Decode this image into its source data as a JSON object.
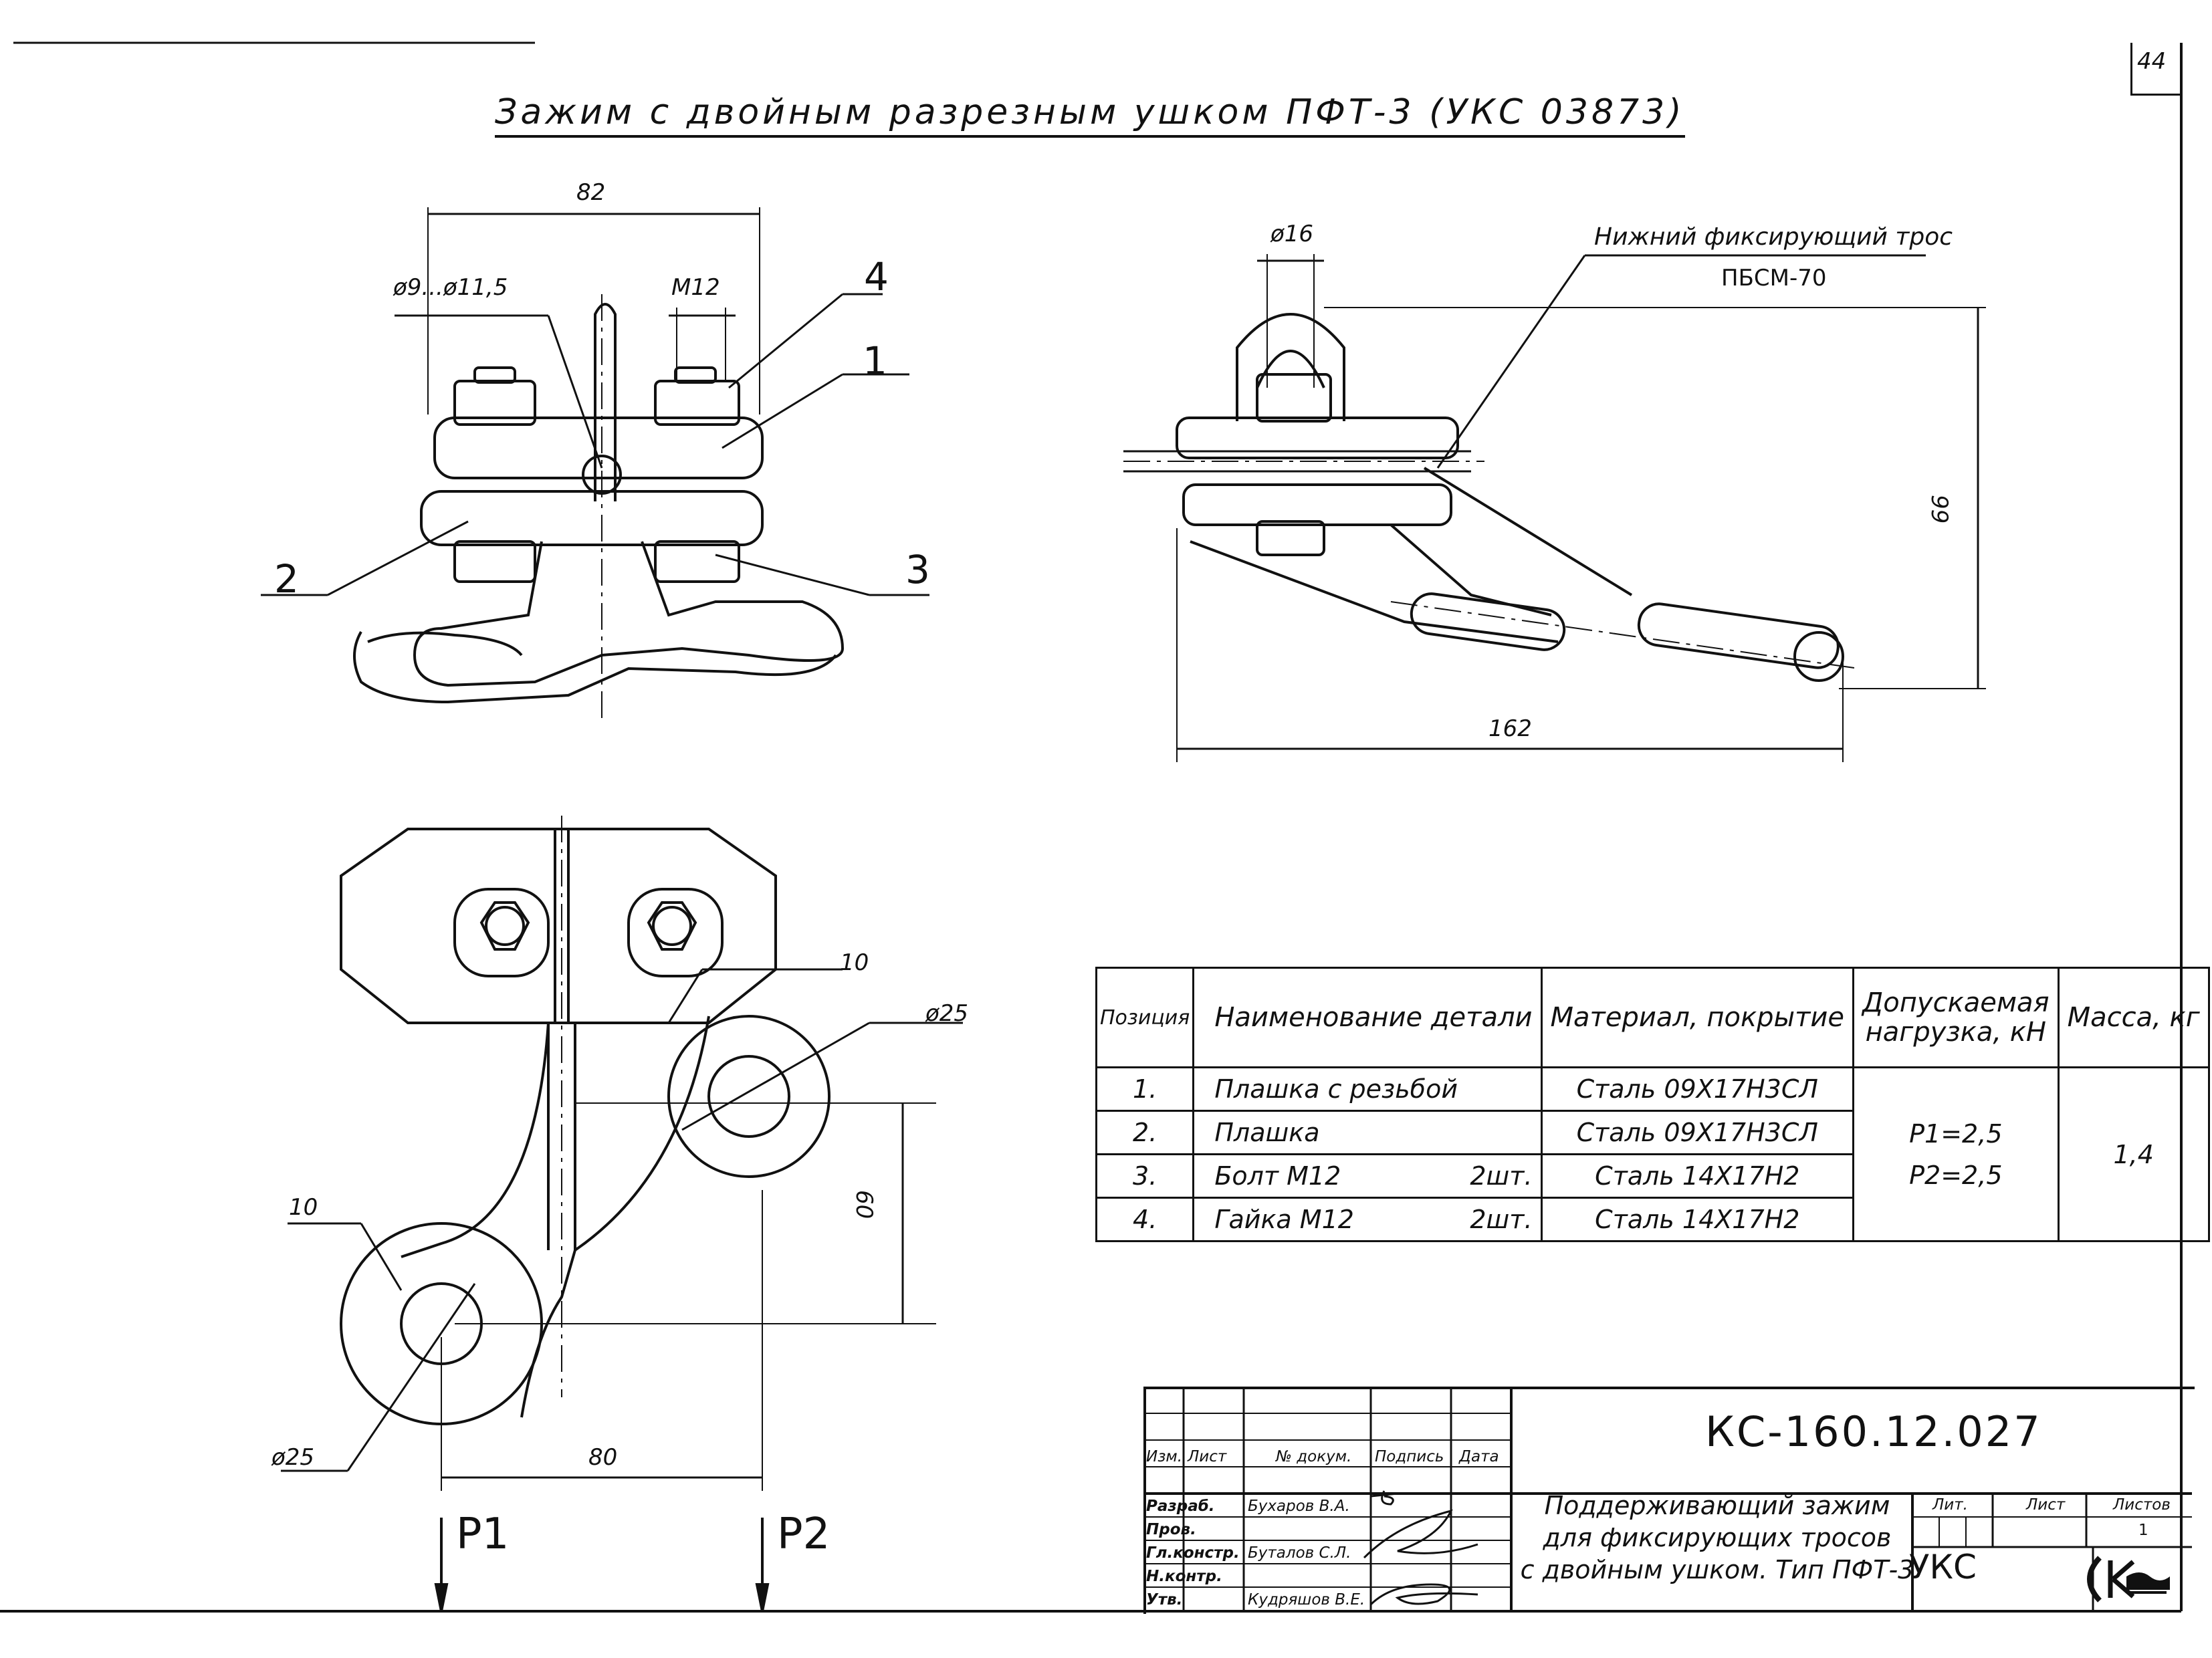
{
  "sheet": {
    "title": "Зажим с двойным разрезным ушком ПФТ-3 (УКС 03873)",
    "sheet_number": "44"
  },
  "view_front": {
    "dim_width": "82",
    "dim_hole": "ø9...ø11,5",
    "dim_thread": "М12",
    "callouts": [
      "1",
      "2",
      "3",
      "4"
    ]
  },
  "view_side": {
    "dim_diameter": "ø16",
    "dim_height": "99",
    "dim_length": "162",
    "cable_label": "Нижний фиксирующий трос",
    "cable_type": "ПБСМ-70"
  },
  "view_plan": {
    "dim_10_top": "10",
    "dim_25_top": "ø25",
    "dim_10_left": "10",
    "dim_25_bottom": "ø25",
    "dim_60": "60",
    "dim_80": "80",
    "force_1": "P1",
    "force_2": "P2"
  },
  "parts_table": {
    "headers": [
      "Позиция",
      "Наименование детали",
      "Материал, покрытие",
      "Допускаемая нагрузка, кН",
      "Масса, кг"
    ],
    "rows": [
      {
        "pos": "1.",
        "name": "Плашка с резьбой",
        "qty": "",
        "material": "Сталь 09Х17Н3СЛ"
      },
      {
        "pos": "2.",
        "name": "Плашка",
        "qty": "",
        "material": "Сталь 09Х17Н3СЛ"
      },
      {
        "pos": "3.",
        "name": "Болт М12",
        "qty": "2шт.",
        "material": "Сталь 14Х17Н2"
      },
      {
        "pos": "4.",
        "name": "Гайка М12",
        "qty": "2шт.",
        "material": "Сталь 14Х17Н2"
      }
    ],
    "load_p1": "P1=2,5",
    "load_p2": "P2=2,5",
    "mass": "1,4"
  },
  "stamp": {
    "code": "КС-160.12.027",
    "description_line1": "Поддерживающий зажим",
    "description_line2": "для фиксирующих тросов",
    "description_line3": "с двойным ушком. Тип ПФТ-3",
    "organization": "УКС",
    "header_cols": [
      "Изм.",
      "Лист",
      "№ докум.",
      "Подпись",
      "Дата"
    ],
    "roles": [
      "Разраб.",
      "Пров.",
      "Гл.констр.",
      "Н.контр.",
      "Утв."
    ],
    "names": [
      "Бухаров В.А.",
      "",
      "Буталов С.Л.",
      "",
      "Кудряшов В.Е."
    ],
    "lit_label": "Лит.",
    "list_label": "Лист",
    "listov_label": "Листов",
    "listov_value": "1"
  }
}
